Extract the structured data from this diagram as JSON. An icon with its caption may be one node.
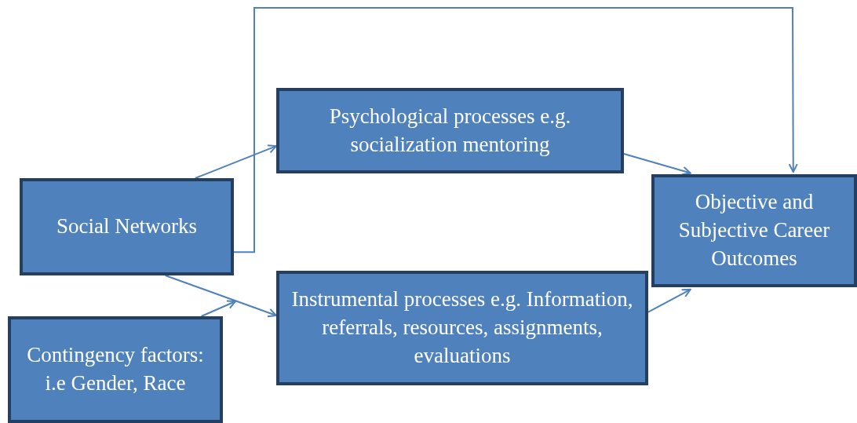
{
  "diagram": {
    "nodes": [
      {
        "text": [
          "Social Networks"
        ]
      },
      {
        "text": [
          "Psychological processes e.g. socialization mentoring"
        ]
      },
      {
        "text": [
          "Contingency factors: i.e Gender, Race"
        ]
      },
      {
        "text": [
          "Instrumental processes e.g. Information, referrals, resources, assignments, evaluations"
        ]
      },
      {
        "text": [
          "Objective and Subjective Career Outcomes"
        ]
      }
    ],
    "edges": [
      {
        "from": 0,
        "to": 1,
        "arrow": "to"
      },
      {
        "from": 0,
        "to": 3,
        "arrow": "to"
      },
      {
        "from": 2,
        "to": null,
        "arrow": "to"
      },
      {
        "from": 1,
        "to": 4,
        "arrow": "to"
      },
      {
        "from": 3,
        "to": 4,
        "arrow": "to"
      },
      {
        "from": 0,
        "to": 4,
        "arrow": "to"
      }
    ]
  }
}
